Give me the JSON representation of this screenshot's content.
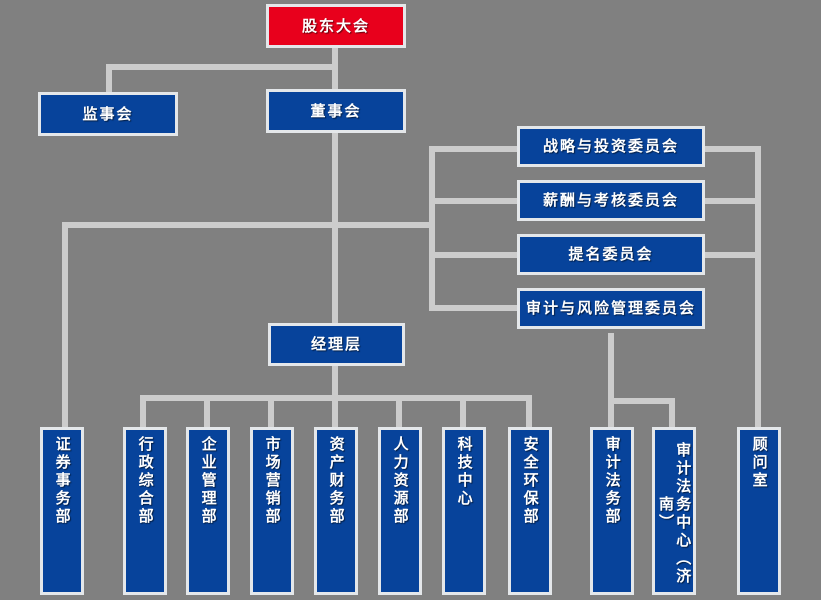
{
  "theme": {
    "background": "#808080",
    "line_color": "#cccccc",
    "box_blue": "#07439b",
    "box_red": "#e8001c",
    "box_border": "#e4e7ea",
    "text_color": "#ffffff"
  },
  "nodes": {
    "shareholders_meeting": "股东大会",
    "supervisory_board": "监事会",
    "board_of_directors": "董事会",
    "management_layer": "经理层",
    "committees": [
      "战略与投资委员会",
      "薪酬与考核委员会",
      "提名委员会",
      "审计与风险管理委员会"
    ],
    "departments": [
      "证券事务部",
      "行政综合部",
      "企业管理部",
      "市场营销部",
      "资产财务部",
      "人力资源部",
      "科技中心",
      "安全环保部",
      "审计法务部",
      "审计法务中心（济南）",
      "顾问室"
    ]
  }
}
